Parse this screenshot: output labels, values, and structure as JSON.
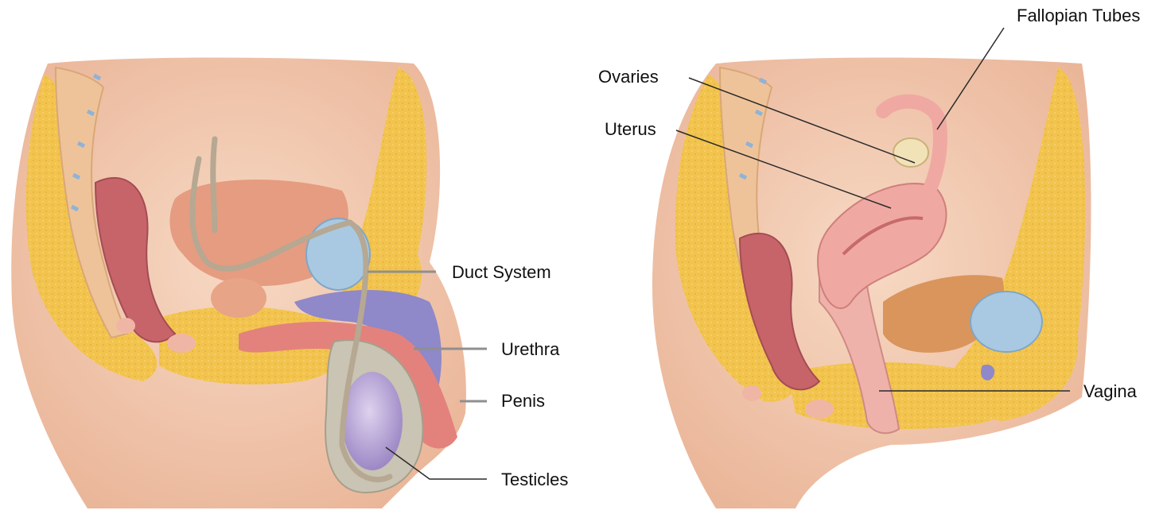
{
  "male": {
    "labels": {
      "duct_system": "Duct System",
      "urethra": "Urethra",
      "penis": "Penis",
      "testicles": "Testicles"
    }
  },
  "female": {
    "labels": {
      "ovaries": "Ovaries",
      "uterus": "Uterus",
      "fallopian_tubes": "Fallopian Tubes",
      "vagina": "Vagina"
    }
  },
  "colors": {
    "skin": "#f4cdb4",
    "skin_shadow": "#e9b69a",
    "fat": "#f2c44e",
    "muscle": "#d97d7a",
    "bladder": "#a9c9e2",
    "erectile": "#8f88c9",
    "testicle": "#b9a8d8",
    "uterus": "#f0a8a3",
    "duct": "#b6a892"
  }
}
